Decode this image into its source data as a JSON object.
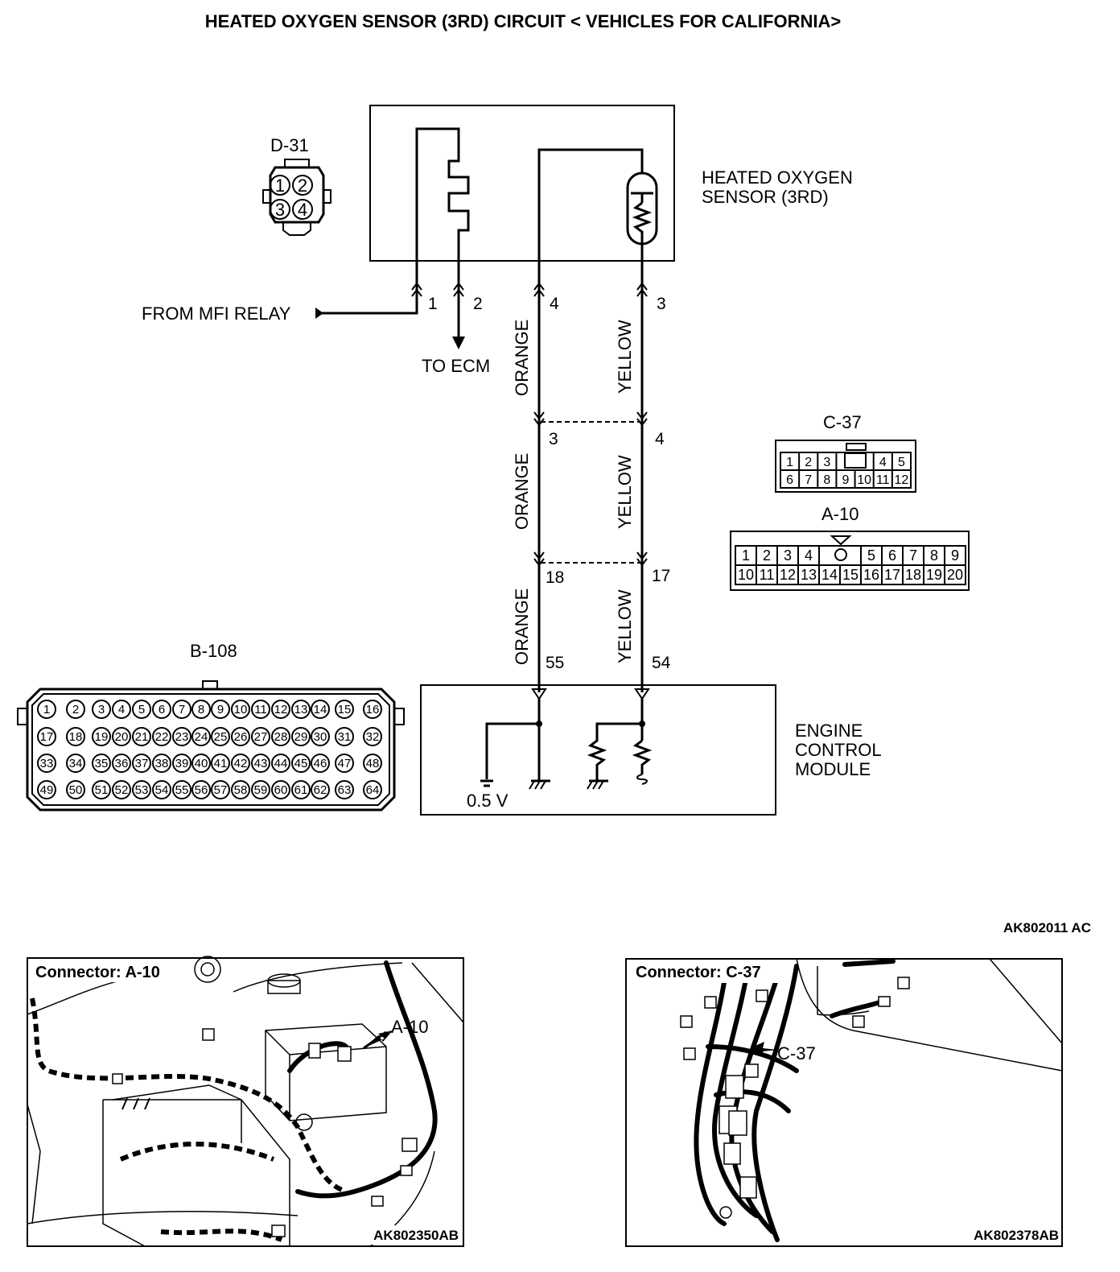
{
  "title": "HEATED OXYGEN SENSOR (3RD) CIRCUIT < VEHICLES FOR CALIFORNIA>",
  "components": {
    "sensor": {
      "line1": "HEATED OXYGEN",
      "line2": "SENSOR (3RD)"
    },
    "ecm": {
      "line1": "ENGINE",
      "line2": "CONTROL",
      "line3": "MODULE"
    },
    "from_relay": "FROM MFI RELAY",
    "to_ecm": "TO ECM",
    "voltage": "0.5 V"
  },
  "wires": {
    "left_color": "ORANGE",
    "right_color": "YELLOW"
  },
  "pins": {
    "sensor": [
      "1",
      "2",
      "4",
      "3"
    ],
    "c37": [
      "3",
      "4"
    ],
    "a10": [
      "18",
      "17"
    ],
    "ecm": [
      "55",
      "54"
    ]
  },
  "connectors": {
    "d31": {
      "name": "D-31",
      "pins": [
        "1",
        "2",
        "3",
        "4"
      ]
    },
    "c37": {
      "name": "C-37",
      "row1": [
        "1",
        "2",
        "3",
        "4",
        "5"
      ],
      "row2": [
        "6",
        "7",
        "8",
        "9",
        "10",
        "11",
        "12"
      ]
    },
    "a10": {
      "name": "A-10",
      "row1": [
        "1",
        "2",
        "3",
        "4",
        "5",
        "6",
        "7",
        "8",
        "9"
      ],
      "row2": [
        "10",
        "11",
        "12",
        "13",
        "14",
        "15",
        "16",
        "17",
        "18",
        "19",
        "20"
      ]
    },
    "b108": {
      "name": "B-108",
      "rows": [
        [
          "1",
          "2",
          "3",
          "4",
          "5",
          "6",
          "7",
          "8",
          "9",
          "10",
          "11",
          "12",
          "13",
          "14",
          "15",
          "16"
        ],
        [
          "17",
          "18",
          "19",
          "20",
          "21",
          "22",
          "23",
          "24",
          "25",
          "26",
          "27",
          "28",
          "29",
          "30",
          "31",
          "32"
        ],
        [
          "33",
          "34",
          "35",
          "36",
          "37",
          "38",
          "39",
          "40",
          "41",
          "42",
          "43",
          "44",
          "45",
          "46",
          "47",
          "48"
        ],
        [
          "49",
          "50",
          "51",
          "52",
          "53",
          "54",
          "55",
          "56",
          "57",
          "58",
          "59",
          "60",
          "61",
          "62",
          "63",
          "64"
        ]
      ]
    }
  },
  "figure_code": "AK802011 AC",
  "photos": [
    {
      "label": "Connector: A-10",
      "callout": "A-10",
      "code": "AK802350AB"
    },
    {
      "label": "Connector: C-37",
      "callout": "C-37",
      "code": "AK802378AB"
    }
  ]
}
